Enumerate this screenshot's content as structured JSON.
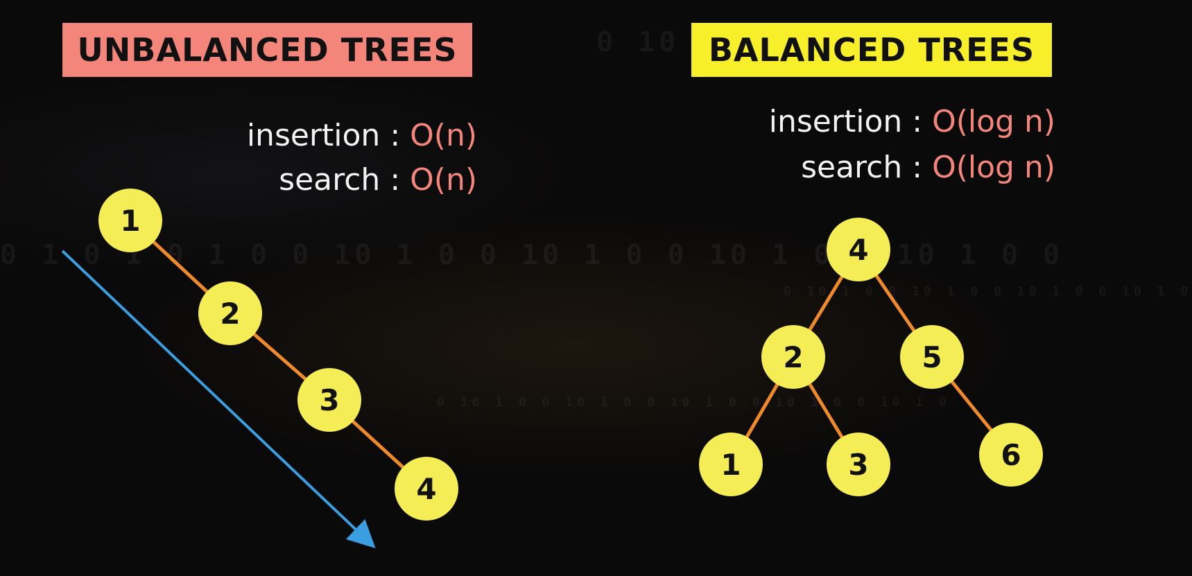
{
  "unbalanced": {
    "title": "UNBALANCED TREES",
    "metrics": [
      {
        "key": "insertion",
        "sep": ":",
        "value": "O(n)"
      },
      {
        "key": "search",
        "sep": ":",
        "value": "O(n)"
      }
    ],
    "nodes": [
      "1",
      "2",
      "3",
      "4"
    ],
    "edges": [
      [
        "1",
        "2"
      ],
      [
        "2",
        "3"
      ],
      [
        "3",
        "4"
      ]
    ]
  },
  "balanced": {
    "title": "BALANCED TREES",
    "metrics": [
      {
        "key": "insertion",
        "sep": ":",
        "value": "O(log n)"
      },
      {
        "key": "search",
        "sep": ":",
        "value": "O(log n)"
      }
    ],
    "nodes": [
      "4",
      "2",
      "5",
      "1",
      "3",
      "6"
    ],
    "edges": [
      [
        "4",
        "2"
      ],
      [
        "4",
        "5"
      ],
      [
        "2",
        "1"
      ],
      [
        "2",
        "3"
      ],
      [
        "5",
        "6"
      ]
    ]
  },
  "background_digits": [
    "0  10  1  0",
    "0 1 0   1 0 1 0    0  10 1 0   0  10  1 0    0  10 1 0   0  10  1 0  0",
    "0 10 1 0   0  10 1 0  0 10 1 0  0 10 1 0",
    "0 10 1 0 0 10 1 0   0 10 1 0  0 10 1 0  0 10 1 0"
  ],
  "colors": {
    "node_fill": "#f4ed55",
    "edge": "#ee8a2a",
    "arrow": "#3a9ee0",
    "unbalanced_title_bg": "#f4857b",
    "balanced_title_bg": "#f8ef2b",
    "complexity_value": "#f4857b",
    "label_text": "#f2f2f2"
  }
}
